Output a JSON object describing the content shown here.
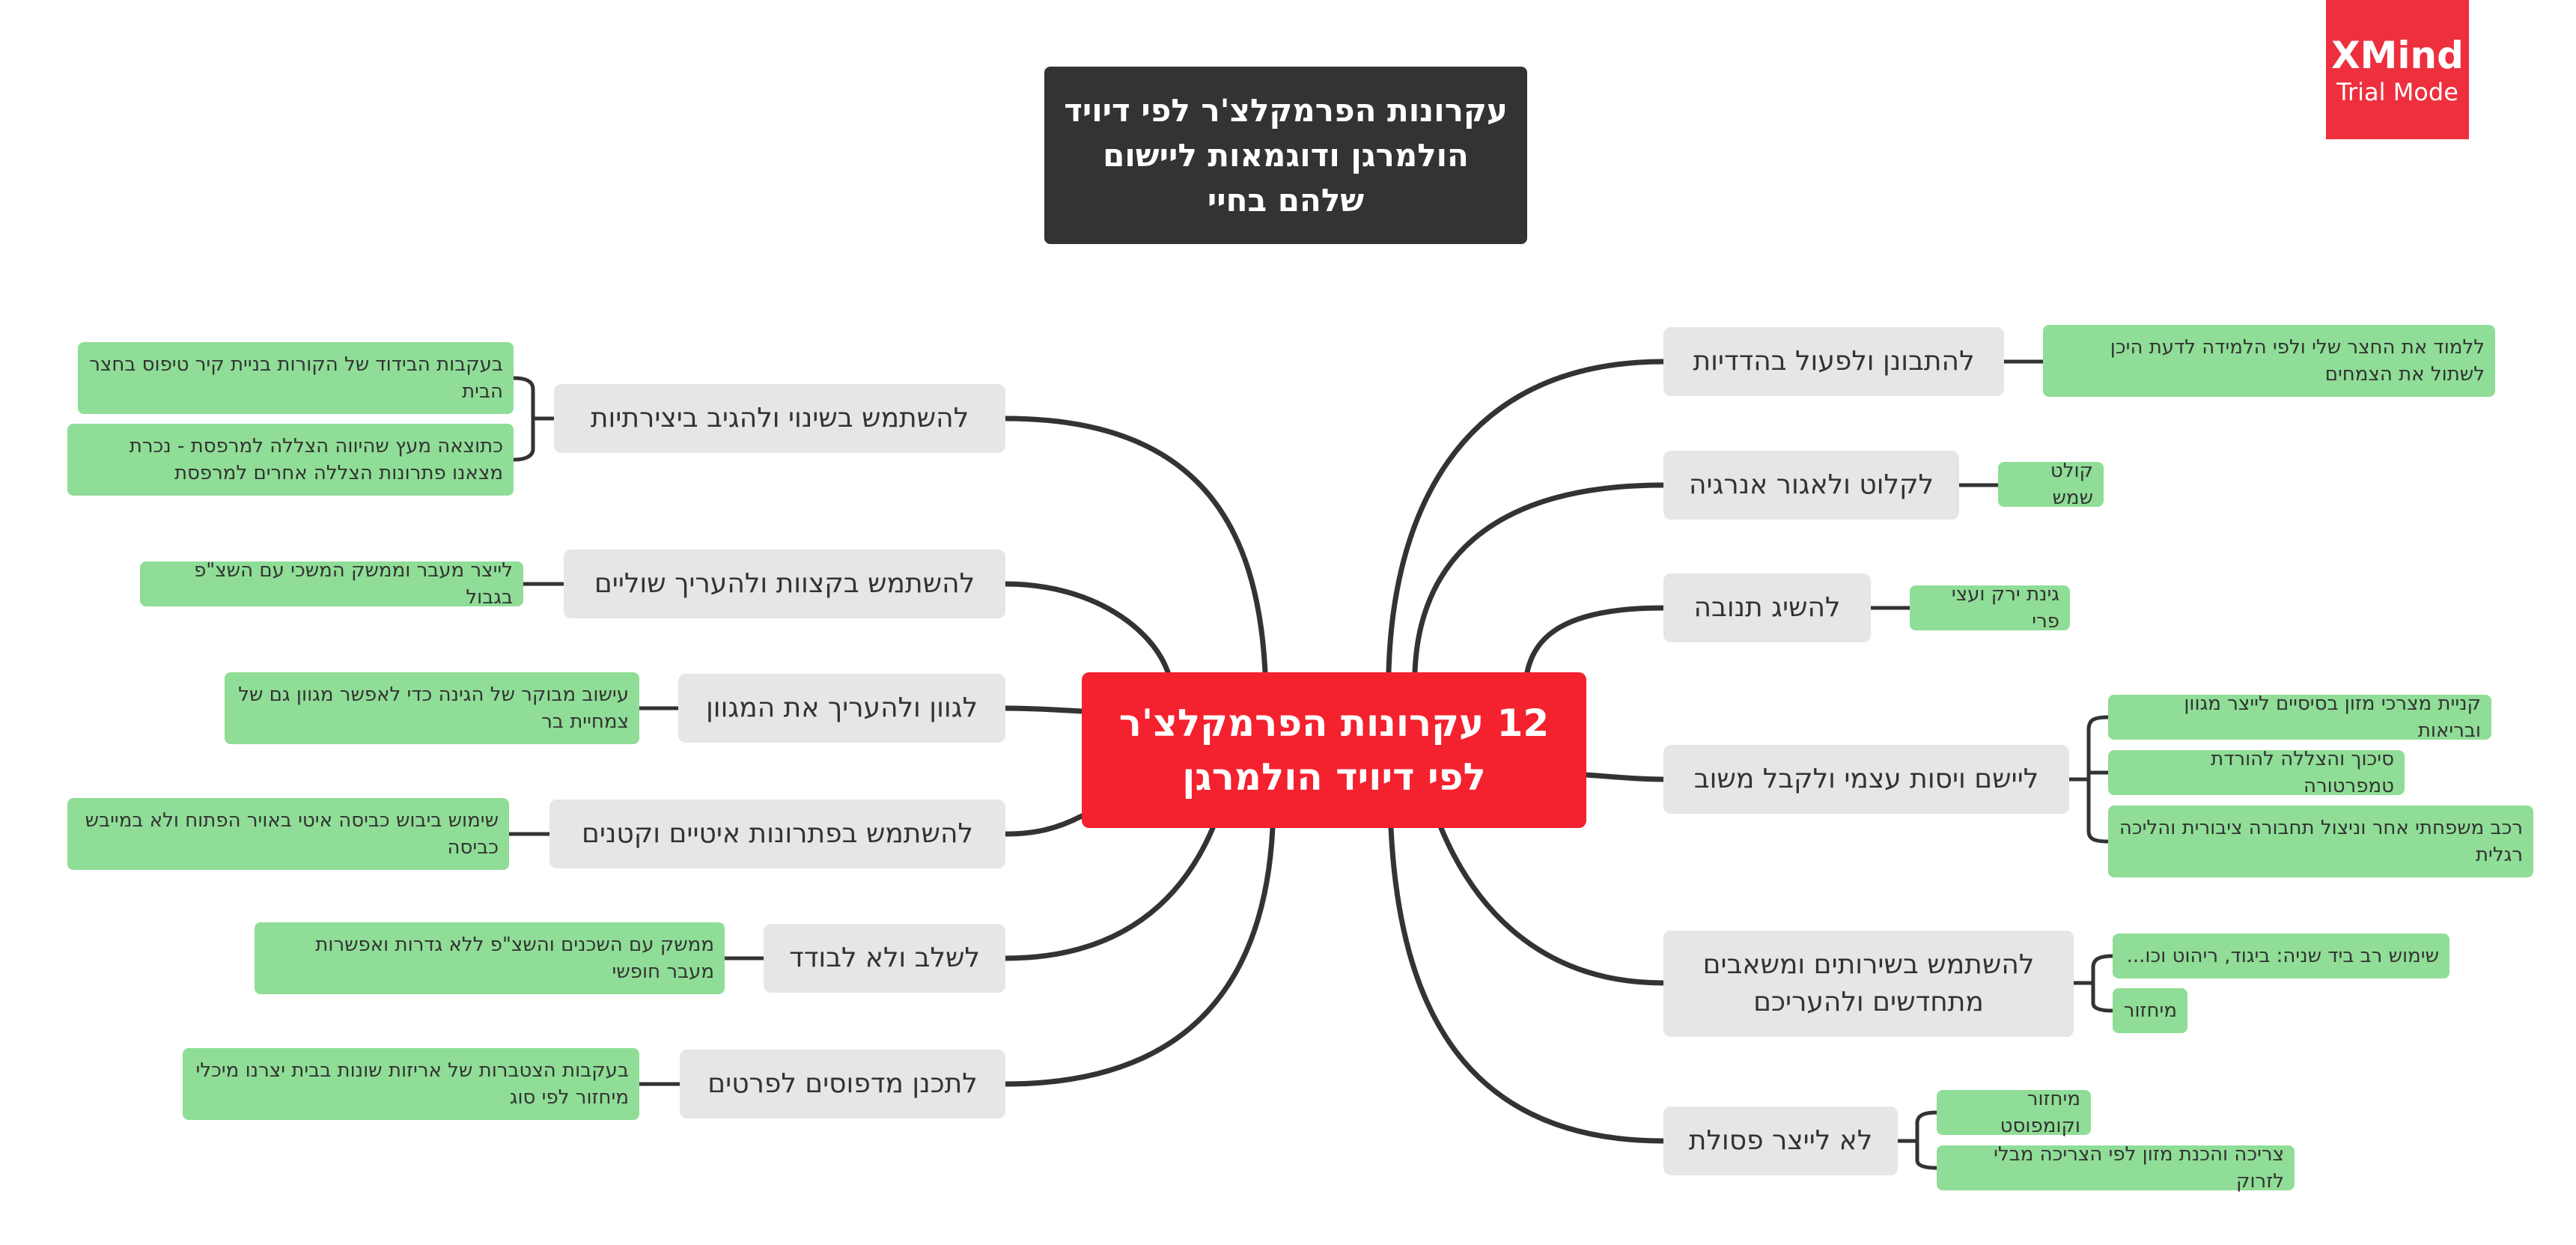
{
  "title": "עקרונות הפרמקלצ'ר לפי דיויד הולמרגן ודוגמאות ליישום שלהם בחיי",
  "central": "12 עקרונות הפרמקלצ'ר לפי דיויד הולמרגן",
  "watermark": {
    "brand": "XMind",
    "mode": "Trial Mode"
  },
  "colors": {
    "central": "#f4212e",
    "title": "#333333",
    "branch": "#e6e6e6",
    "leaf": "#8fdd96",
    "watermark": "#ee2f3d",
    "line": "#333333"
  },
  "branches": [
    {
      "label": "להתבונן ולפעול בהדדיות",
      "leaves": [
        "ללמוד את החצר שלי ולפי הלמידה לדעת היכן לשתול את הצמחים"
      ]
    },
    {
      "label": "לקלוט ולאגור אנרגיה",
      "leaves": [
        "קולט שמש"
      ]
    },
    {
      "label": "להשיג תנובה",
      "leaves": [
        "גינת ירק ועצי פרי"
      ]
    },
    {
      "label": "ליישם ויסות עצמי ולקבל משוב",
      "leaves": [
        "קניית מצרכי מזון בסיסיים לייצר מגוון ובריאות",
        "סיכוך והצללה להורדת טמפרטורה",
        "רכב משפחתי אחר וניצול תחבורה ציבורית והליכה רגלית"
      ]
    },
    {
      "label": "להשתמש בשירותים ומשאבים מתחדשים ולהעריכם",
      "leaves": [
        "שימוש רב ביד שניה: ביגוד, ריהוט וכו...",
        "מיחזור"
      ]
    },
    {
      "label": "לא לייצר פסולת",
      "leaves": [
        "מיחזור וקומפוסט",
        "צריכה והכנת מזון לפי הצריכה מבלי לזרוק"
      ]
    },
    {
      "label": "להשתמש בשינוי ולהגיב ביצירתיות",
      "leaves": [
        "בעקבות הבידוד של הקורות בניית קיר טיפוס בחצר הבית",
        "כתוצאה מעץ שהיווה הצללה למרפסת - נכרת מצאנו פתרונות הצללה אחרים למרפסת"
      ]
    },
    {
      "label": "להשתמש בקצוות ולהעריך שוליים",
      "leaves": [
        "לייצר מעבר וממשק המשכי עם השצ\"פ בגבול"
      ]
    },
    {
      "label": "לגוון ולהעריך את המגוון",
      "leaves": [
        "עישוב מבוקר של הגינה כדי לאפשר מגוון גם של צמחיית בר"
      ]
    },
    {
      "label": "להשתמש בפתרונות איטיים וקטנים",
      "leaves": [
        "שימוש ביבוש כביסה איטי באויר הפתוח ולא במייבש כביסה"
      ]
    },
    {
      "label": "לשלב ולא לבודד",
      "leaves": [
        "ממשק עם השכנים והשצ\"פ ללא גדרות ואפשרות מעבר חופשי"
      ]
    },
    {
      "label": "לתכנן מדפוסים לפרטים",
      "leaves": [
        "בעקבות הצטברות של אריזות שונות בבית יצרנו מיכלי מיחזור לפי סוג"
      ]
    }
  ]
}
